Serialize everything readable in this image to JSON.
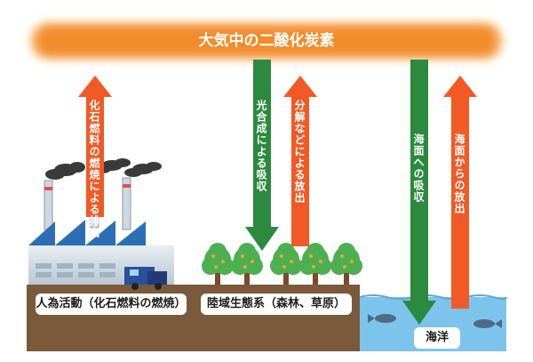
{
  "atmosphere": {
    "label": "大気中の二酸化炭素"
  },
  "flows": [
    {
      "label": "化石燃料の燃焼による排出",
      "direction": "up",
      "color": "#f15a24"
    },
    {
      "label": "光合成による吸収",
      "direction": "down",
      "color": "#2b8a3e"
    },
    {
      "label": "分解などによる放出",
      "direction": "up",
      "color": "#f15a24"
    },
    {
      "label": "海面への吸収",
      "direction": "down",
      "color": "#2b8a3e"
    },
    {
      "label": "海面からの放出",
      "direction": "up",
      "color": "#f15a24"
    }
  ],
  "zones": {
    "human": "人為活動（化石燃料の燃焼）",
    "land": "陸域生態系（森林、草原）",
    "ocean": "海洋"
  },
  "colors": {
    "atmosphere": "#f28b2a",
    "emission_arrow": "#f15a24",
    "absorption_arrow": "#2b8a3e",
    "ground": "#7a5a3a",
    "sea": "#7cc4ec"
  }
}
